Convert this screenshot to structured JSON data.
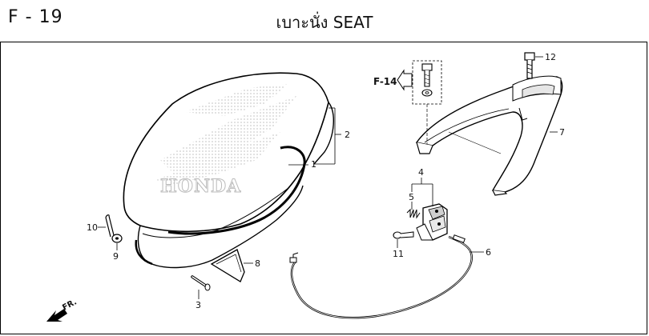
{
  "header": {
    "figure_code": "F - 19",
    "title": "เบาะนั่ง  SEAT"
  },
  "reference": {
    "label": "F-14"
  },
  "direction": {
    "label": "FR."
  },
  "watermark": {
    "brand": "HONDA"
  },
  "callouts": [
    "1",
    "2",
    "3",
    "4",
    "5",
    "6",
    "7",
    "8",
    "9",
    "10",
    "11",
    "12"
  ]
}
